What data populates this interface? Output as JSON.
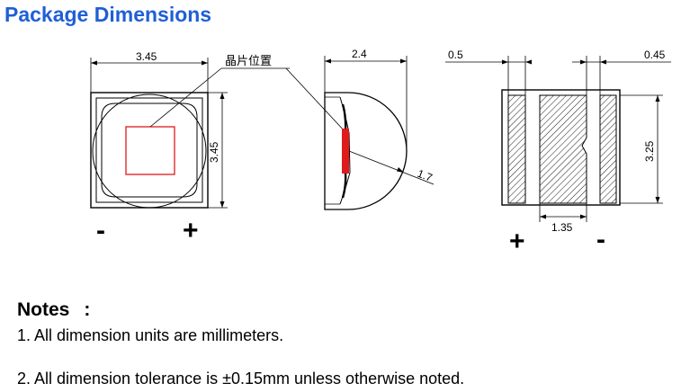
{
  "title": "Package Dimensions",
  "diagram": {
    "top_view": {
      "width_label": "3.45",
      "height_label": "3.45",
      "chip_position_label": "晶片位置",
      "minus_label": "-",
      "plus_label": "+"
    },
    "side_view": {
      "width_label": "2.4",
      "radius_label": "1.7"
    },
    "bottom_view": {
      "left_pad_label": "0.5",
      "right_pad_label": "0.45",
      "height_label": "3.25",
      "center_pad_label": "1.35",
      "plus_label": "+",
      "minus_label": "-"
    },
    "colors": {
      "title": "#1f5fd6",
      "chip_outline": "#e0191b",
      "line": "#000000"
    }
  },
  "notes": {
    "heading": "Notes",
    "colon": ":",
    "items": [
      "1. All dimension units are millimeters.",
      "2. All dimension tolerance is ±0.15mm unless otherwise noted."
    ]
  }
}
